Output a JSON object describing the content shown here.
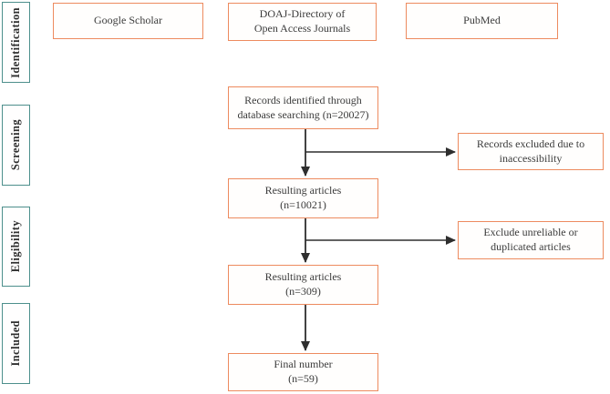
{
  "diagram": {
    "type": "prisma-style-flowchart",
    "stages": [
      {
        "label": "Identification"
      },
      {
        "label": "Screening"
      },
      {
        "label": "Eligibility"
      },
      {
        "label": "Included"
      }
    ],
    "sources": [
      {
        "line1": "Google Scholar",
        "line2": ""
      },
      {
        "line1": "DOAJ-Directory of",
        "line2": "Open Access Journals"
      },
      {
        "line1": "PubMed",
        "line2": ""
      }
    ],
    "flow": [
      {
        "line1": "Records identified through",
        "line2": "database searching (n=20027)",
        "n": 20027
      },
      {
        "line1": "Resulting articles",
        "line2": "(n=10021)",
        "n": 10021
      },
      {
        "line1": "Resulting articles",
        "line2": "(n=309)",
        "n": 309
      },
      {
        "line1": "Final number",
        "line2": "(n=59)",
        "n": 59
      }
    ],
    "exclusions": [
      {
        "line1": "Records excluded due to",
        "line2": "inaccessibility"
      },
      {
        "line1": "Exclude unreliable or",
        "line2": "duplicated articles"
      }
    ],
    "colors": {
      "box_border_orange": "#ED8B5F",
      "stage_border_teal": "#4D8F8C",
      "arrow": "#2E2E2E",
      "text": "#3B3B3B",
      "background": "#FFFFFF"
    }
  }
}
